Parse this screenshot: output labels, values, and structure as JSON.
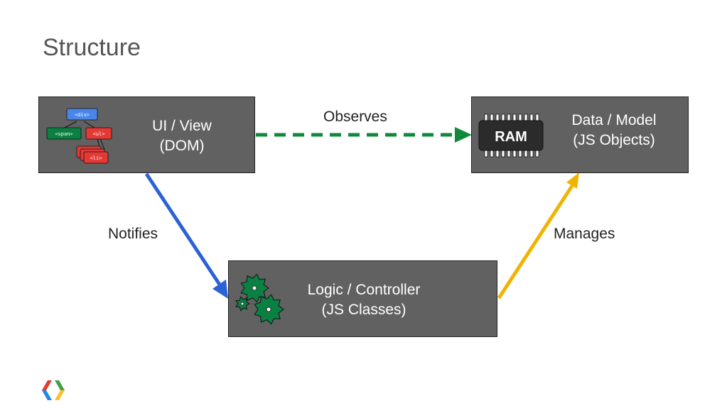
{
  "title": "Structure",
  "nodes": {
    "view": {
      "line1": "UI / View",
      "line2": "(DOM)",
      "icon": "dom-tree-icon"
    },
    "model": {
      "line1": "Data / Model",
      "line2": "(JS Objects)",
      "icon": "ram-chip-icon",
      "icon_text": "RAM"
    },
    "controller": {
      "line1": "Logic / Controller",
      "line2": "(JS Classes)",
      "icon": "gears-icon"
    }
  },
  "dom_icon_tags": {
    "root": "<div>",
    "left": "<span>",
    "right": "<ul>",
    "leaf": "<li>"
  },
  "edges": [
    {
      "from": "view",
      "to": "model",
      "label": "Observes",
      "style": "dashed",
      "color": "#0f8a3a"
    },
    {
      "from": "view",
      "to": "controller",
      "label": "Notifies",
      "style": "solid",
      "color": "#2b62d6"
    },
    {
      "from": "controller",
      "to": "model",
      "label": "Manages",
      "style": "solid",
      "color": "#f0b400"
    }
  ],
  "colors": {
    "box_fill": "#616161",
    "dom_blue": "#4a86e8",
    "dom_green": "#0b8043",
    "dom_red": "#e53935",
    "gear_green": "#0b8043"
  },
  "logo": "chrome-developers-logo"
}
